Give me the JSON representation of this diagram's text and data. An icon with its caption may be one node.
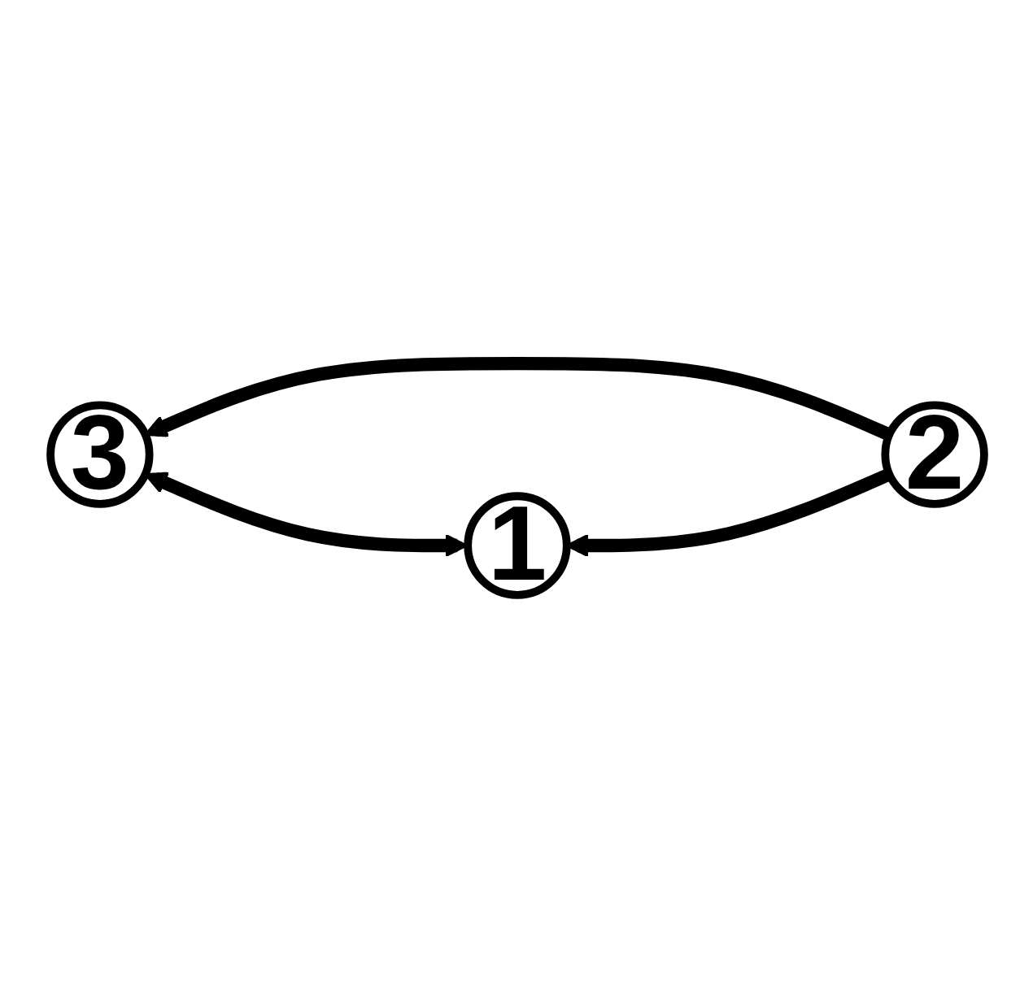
{
  "diagram": {
    "nodes": [
      {
        "text": [
          "1"
        ]
      },
      {
        "text": [
          "2"
        ]
      },
      {
        "text": [
          "3"
        ]
      }
    ],
    "edges": [
      {
        "from": 1,
        "to": 0,
        "arrow": "to"
      },
      {
        "from": 1,
        "to": 2,
        "arrow": "to"
      },
      {
        "from": 0,
        "to": 2,
        "arrow": "both"
      }
    ]
  }
}
